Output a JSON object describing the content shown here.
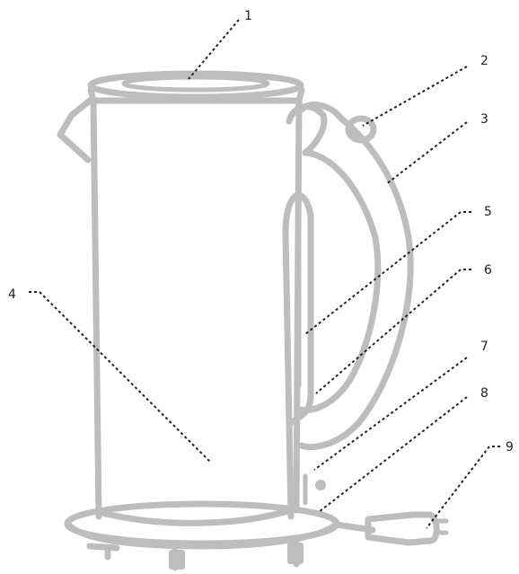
{
  "diagram": {
    "line_color": "#bdbdbd",
    "leader_color": "#222222",
    "callouts": [
      {
        "number": "1"
      },
      {
        "number": "2"
      },
      {
        "number": "3"
      },
      {
        "number": "4"
      },
      {
        "number": "5"
      },
      {
        "number": "6"
      },
      {
        "number": "7"
      },
      {
        "number": "8"
      },
      {
        "number": "9"
      }
    ]
  }
}
